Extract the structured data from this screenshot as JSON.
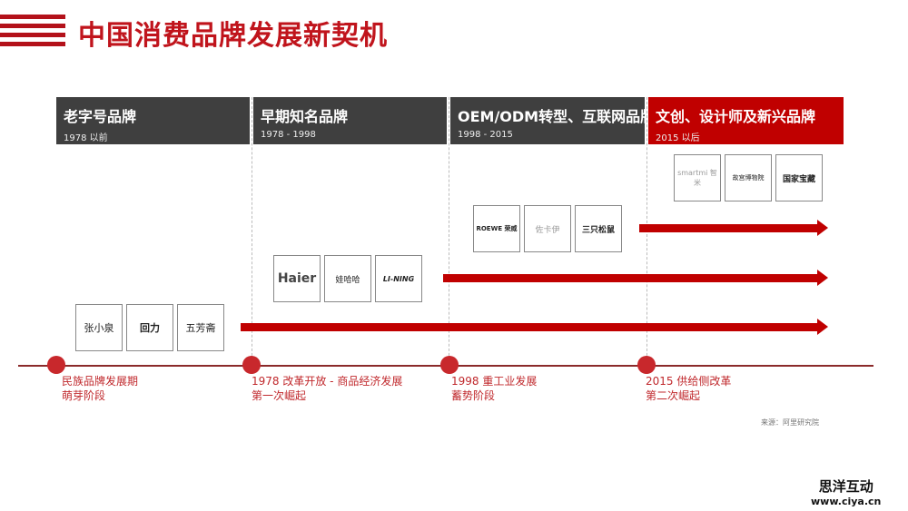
{
  "title": "中国消费品牌发展新契机",
  "columns": [
    {
      "heading": "老字号品牌",
      "period": "1978 以前"
    },
    {
      "heading": "早期知名品牌",
      "period": "1978 - 1998"
    },
    {
      "heading": "OEM/ODM转型、互联网品牌",
      "period": "1998 - 2015"
    },
    {
      "heading": "文创、设计师及新兴品牌",
      "period": "2015 以后"
    }
  ],
  "logos": [
    [
      "张小泉",
      "回力",
      "五芳斋"
    ],
    [
      "Haier",
      "娃哈哈",
      "LI-NING"
    ],
    [
      "ROEWE 荣威",
      "佐卡伊",
      "三只松鼠"
    ],
    [
      "smartmi 智米",
      "故宫博物院",
      "国家宝藏"
    ]
  ],
  "milestones": [
    {
      "line1": "民族品牌发展期",
      "line2": "萌芽阶段"
    },
    {
      "line1": "1978 改革开放 - 商品经济发展",
      "line2": "第一次崛起"
    },
    {
      "line1": "1998 重工业发展",
      "line2": "蓄势阶段"
    },
    {
      "line1": "2015 供给侧改革",
      "line2": "第二次崛起"
    }
  ],
  "source": "来源：阿里研究院",
  "watermark": {
    "name": "思洋互动",
    "url": "www.ciya.cn"
  },
  "colors": {
    "accent": "#c00000",
    "header": "#3f3f3f"
  }
}
